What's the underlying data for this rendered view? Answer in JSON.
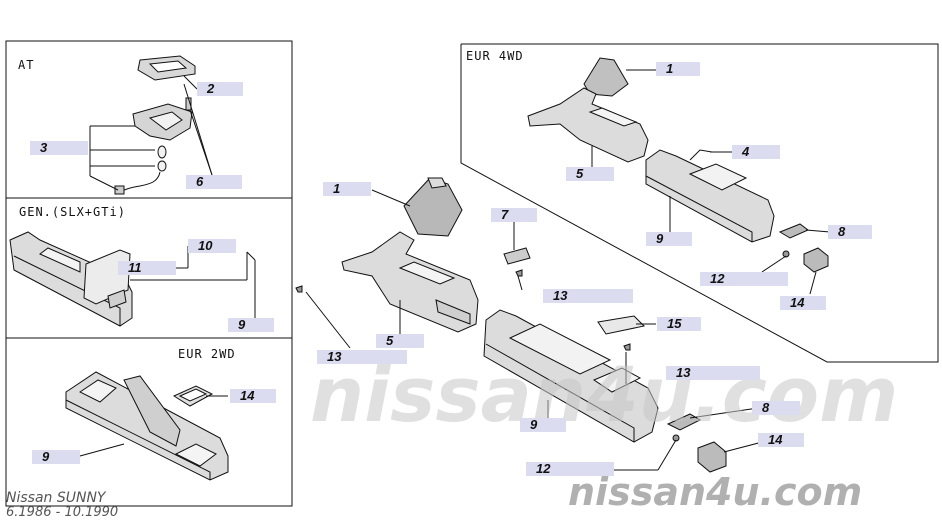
{
  "panels": {
    "at": "AT",
    "eur_4wd": "EUR 4WD",
    "gen_slx_gti": "GEN.(SLX+GTi)",
    "eur_2wd": "EUR 2WD"
  },
  "callouts": {
    "at_2": "2",
    "at_3": "3",
    "at_6": "6",
    "gen_10": "10",
    "gen_11": "11",
    "gen_9": "9",
    "e2_14": "14",
    "e2_9": "9",
    "c_1": "1",
    "c_5": "5",
    "c_13": "13",
    "c_7": "7",
    "c_13b": "13",
    "c_15": "15",
    "c_13c": "13",
    "c_8": "8",
    "c_9": "9",
    "c_14": "14",
    "c_12": "12",
    "e4_1": "1",
    "e4_5": "5",
    "e4_4": "4",
    "e4_9": "9",
    "e4_8": "8",
    "e4_12": "12",
    "e4_14": "14"
  },
  "watermark": {
    "large": "nissan4u.com",
    "small": "nissan4u.com"
  },
  "footer": {
    "model": "Nissan SUNNY",
    "dates": "6.1986 - 10.1990"
  },
  "colors": {
    "callout_bg": "#dcdcf0",
    "line": "#111111",
    "watermark": "#b8b8b8"
  }
}
